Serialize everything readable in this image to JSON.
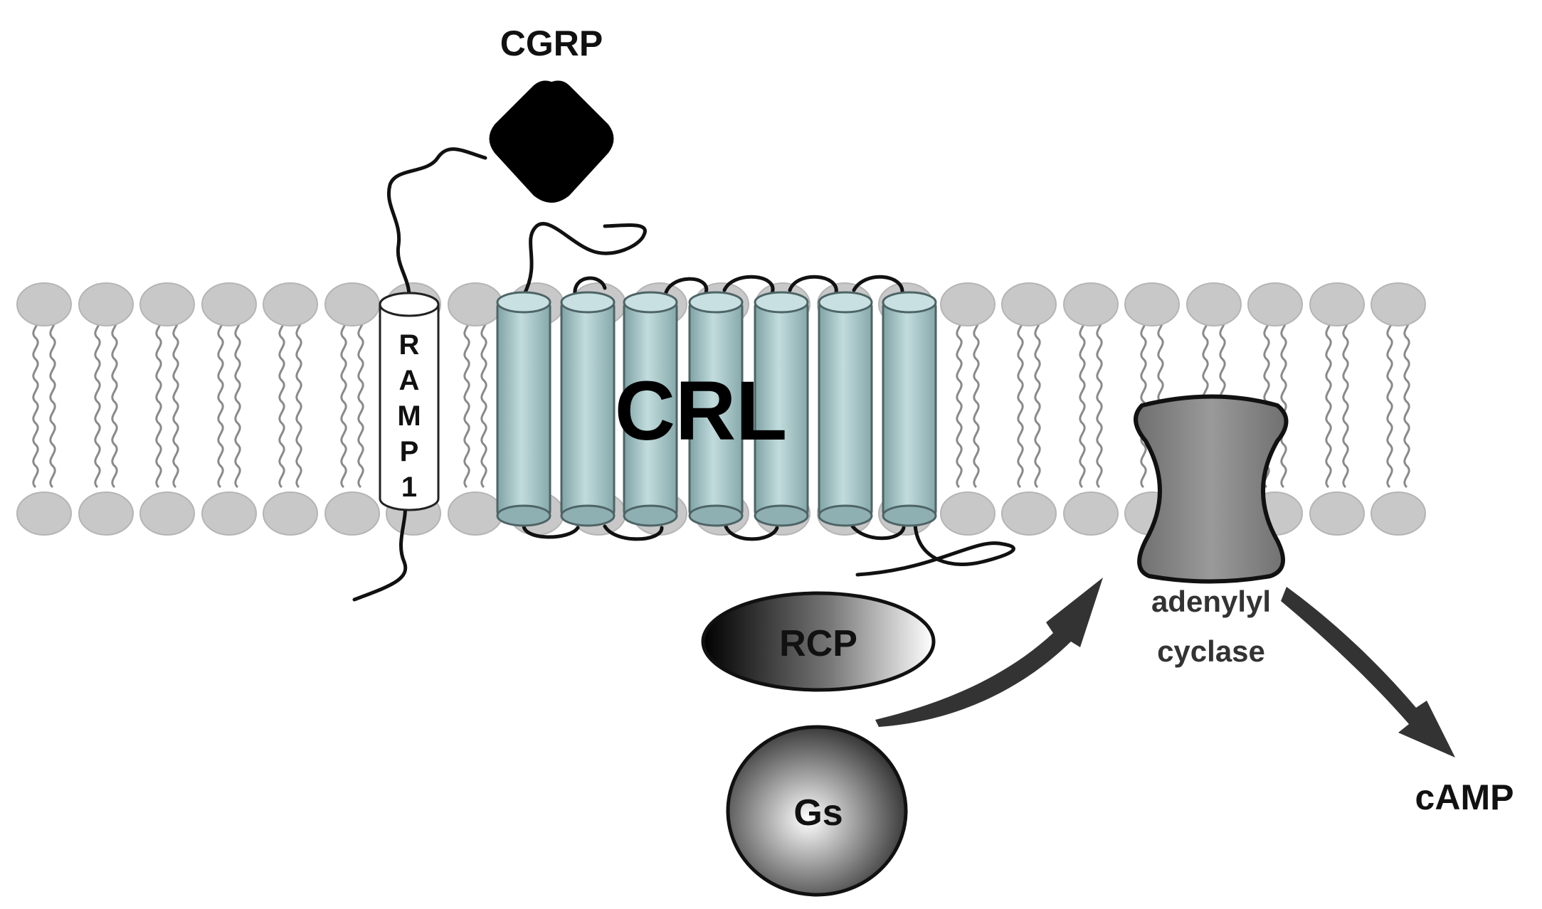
{
  "labels": {
    "ligand": "CGRP",
    "ramp": [
      "R",
      "A",
      "M",
      "P",
      "1"
    ],
    "receptor": "CRL",
    "rcp": "RCP",
    "gs": "Gs",
    "enzyme_line1": "adenylyl",
    "enzyme_line2": "cyclase",
    "product": "cAMP"
  },
  "colors": {
    "lipid_head": "#c8c8c8",
    "lipid_tail": "#8a8a8a",
    "helix_fill": "#a9c9cb",
    "helix_stroke": "#4e6466",
    "ramp_fill": "#ffffff",
    "ligand": "#000000",
    "enzyme": "#8c8c8c",
    "arrow": "#333333"
  },
  "icons": {
    "ligand": "rounded-diamond-shape",
    "receptor": "seven-transmembrane-helices",
    "ramp": "single-pass-cylinder",
    "enzyme": "hourglass-channel",
    "arrow": "curved-arrow"
  }
}
